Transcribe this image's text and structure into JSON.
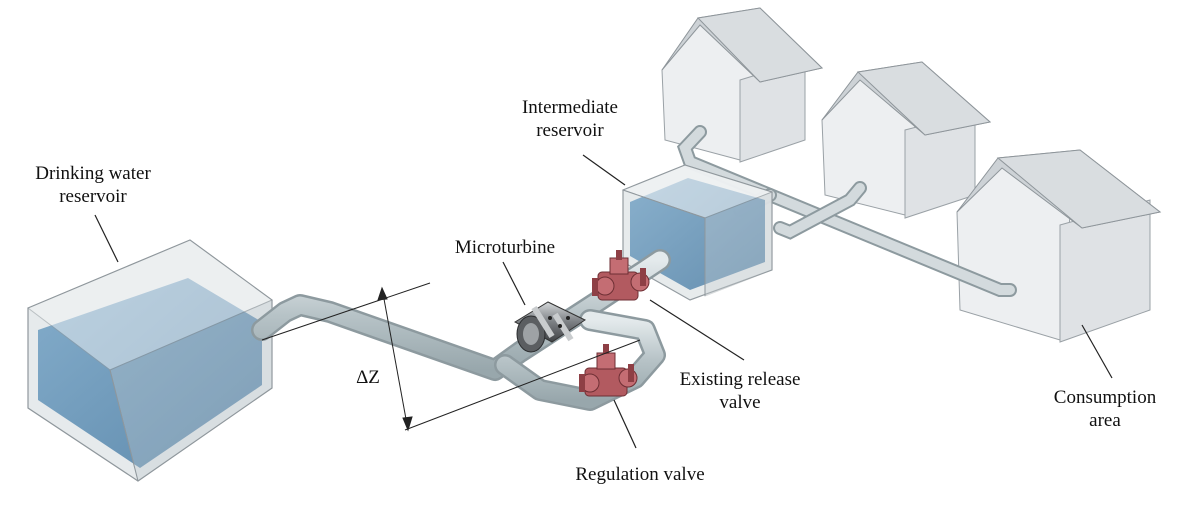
{
  "labels": {
    "drinking_reservoir": [
      "Drinking water",
      "reservoir"
    ],
    "intermediate_reservoir": [
      "Intermediate",
      "reservoir"
    ],
    "microturbine": "Microturbine",
    "delta_z": "ΔZ",
    "existing_valve": [
      "Existing release",
      "valve"
    ],
    "regulation_valve": "Regulation valve",
    "consumption_area": [
      "Consumption",
      "area"
    ]
  },
  "colors": {
    "water": "#5f8fb4",
    "glass": "#dfe3e6",
    "pipe": "#c8d1d4",
    "valve": "#b25a60",
    "turbine": "#6c6f72",
    "house": "#e7e9eb"
  }
}
